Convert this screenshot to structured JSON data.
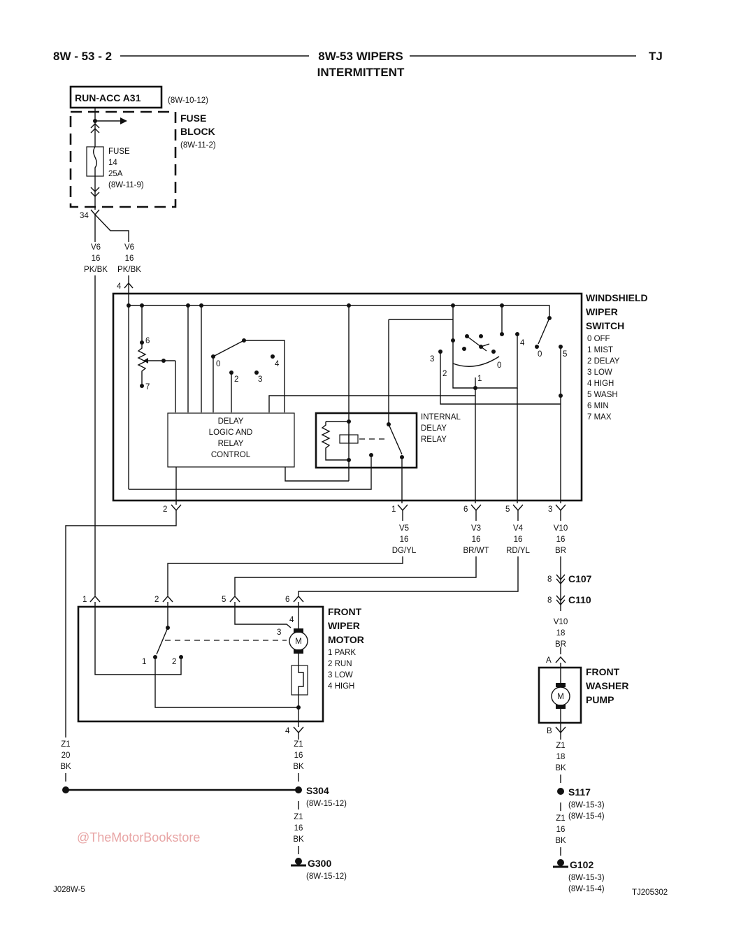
{
  "header": {
    "page_code": "8W - 53 - 2",
    "title_line1": "8W-53 WIPERS",
    "title_line2": "INTERMITTENT",
    "model": "TJ"
  },
  "power_source": {
    "label": "RUN-ACC A31",
    "ref": "(8W-10-12)"
  },
  "fuse_block": {
    "title_line1": "FUSE",
    "title_line2": "BLOCK",
    "ref": "(8W-11-2)",
    "fuse_label": "FUSE",
    "fuse_number": "14",
    "fuse_rating": "25A",
    "fuse_ref": "(8W-11-9)",
    "pin": "34"
  },
  "wires": {
    "v6_left": {
      "circuit": "V6",
      "gauge": "16",
      "color": "PK/BK"
    },
    "v6_right": {
      "circuit": "V6",
      "gauge": "16",
      "color": "PK/BK"
    },
    "v5": {
      "circuit": "V5",
      "gauge": "16",
      "color": "DG/YL"
    },
    "v3": {
      "circuit": "V3",
      "gauge": "16",
      "color": "BR/WT"
    },
    "v4": {
      "circuit": "V4",
      "gauge": "16",
      "color": "RD/YL"
    },
    "v10_top": {
      "circuit": "V10",
      "gauge": "16",
      "color": "BR"
    },
    "v10_bottom": {
      "circuit": "V10",
      "gauge": "18",
      "color": "BR"
    },
    "z1_left": {
      "circuit": "Z1",
      "gauge": "20",
      "color": "BK"
    },
    "z1_motor": {
      "circuit": "Z1",
      "gauge": "16",
      "color": "BK"
    },
    "z1_g300": {
      "circuit": "Z1",
      "gauge": "16",
      "color": "BK"
    },
    "z1_pump": {
      "circuit": "Z1",
      "gauge": "18",
      "color": "BK"
    },
    "z1_g102": {
      "circuit": "Z1",
      "gauge": "16",
      "color": "BK"
    }
  },
  "switch": {
    "title_line1": "WINDSHIELD",
    "title_line2": "WIPER",
    "title_line3": "SWITCH",
    "positions": [
      "0 OFF",
      "1 MIST",
      "2 DELAY",
      "3 LOW",
      "4 HIGH",
      "5 WASH",
      "6 MIN",
      "7 MAX"
    ],
    "pin_top": "4",
    "pins_bottom": [
      "2",
      "1",
      "6",
      "5",
      "3"
    ],
    "pot_labels": [
      "6",
      "7"
    ],
    "contact_labels_a": [
      "0",
      "2",
      "3",
      "4"
    ],
    "contact_labels_b": [
      "3",
      "2",
      "1",
      "0",
      "4",
      "0",
      "5"
    ],
    "delay_logic": [
      "DELAY",
      "LOGIC AND",
      "RELAY",
      "CONTROL"
    ],
    "internal_relay": [
      "INTERNAL",
      "DELAY",
      "RELAY"
    ]
  },
  "connectors": {
    "c107": {
      "pin": "8",
      "name": "C107"
    },
    "c110": {
      "pin": "8",
      "name": "C110"
    }
  },
  "motor": {
    "title_line1": "FRONT",
    "title_line2": "WIPER",
    "title_line3": "MOTOR",
    "positions": [
      "1 PARK",
      "2 RUN",
      "3 LOW",
      "4 HIGH"
    ],
    "pins_top": [
      "1",
      "2",
      "5",
      "6"
    ],
    "pin_bottom": "4",
    "inner_labels": [
      "1",
      "2",
      "3",
      "4"
    ],
    "motor_symbol": "M"
  },
  "washer_pump": {
    "title_line1": "FRONT",
    "title_line2": "WASHER",
    "title_line3": "PUMP",
    "pin_top": "A",
    "pin_bottom": "B",
    "motor_symbol": "M"
  },
  "splices": {
    "s304": {
      "name": "S304",
      "ref": "(8W-15-12)"
    },
    "s117": {
      "name": "S117",
      "ref1": "(8W-15-3)",
      "ref2": "(8W-15-4)"
    }
  },
  "grounds": {
    "g300": {
      "name": "G300",
      "ref": "(8W-15-12)"
    },
    "g102": {
      "name": "G102",
      "ref1": "(8W-15-3)",
      "ref2": "(8W-15-4)"
    }
  },
  "footer": {
    "left_code": "J028W-5",
    "right_code": "TJ205302"
  },
  "watermark": "@TheMotorBookstore"
}
